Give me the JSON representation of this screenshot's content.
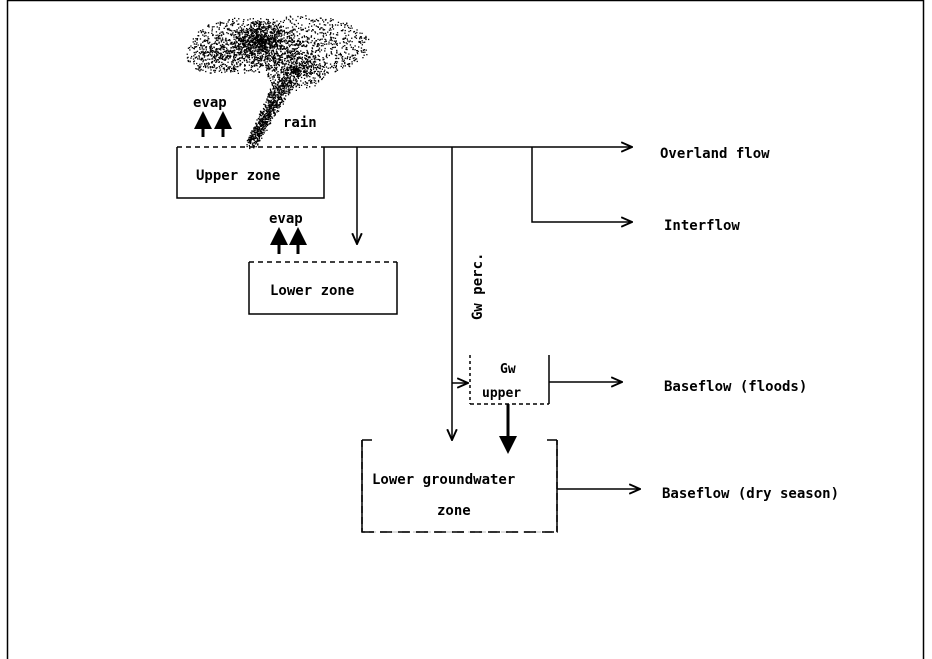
{
  "labels": {
    "evap_upper": "evap",
    "evap_lower": "evap",
    "rain": "rain",
    "upper_zone": "Upper zone",
    "lower_zone": "Lower zone",
    "gw_perc": "Gw perc.",
    "gw_upper_line1": "Gw",
    "gw_upper_line2": "upper",
    "lower_gw_line1": "Lower groundwater",
    "lower_gw_line2": "zone"
  },
  "outputs": {
    "overland_flow": "Overland flow",
    "interflow": "Interflow",
    "baseflow_floods": "Baseflow (floods)",
    "baseflow_dry": "Baseflow (dry season)"
  },
  "colors": {
    "ink": "#000000",
    "background": "#ffffff"
  },
  "icons": {
    "cloud": "rain-cloud-icon"
  }
}
